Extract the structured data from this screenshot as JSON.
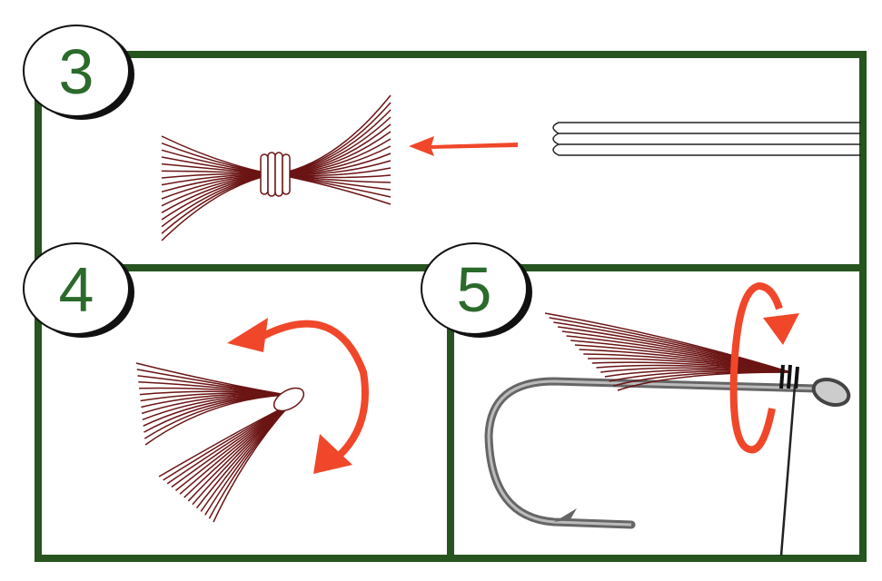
{
  "steps": [
    {
      "label": "3"
    },
    {
      "label": "4"
    },
    {
      "label": "5"
    }
  ],
  "colors": {
    "frame": "#27541f",
    "arrow": "#f0472a",
    "fiber": "#6b1414",
    "hook": "#777777"
  }
}
